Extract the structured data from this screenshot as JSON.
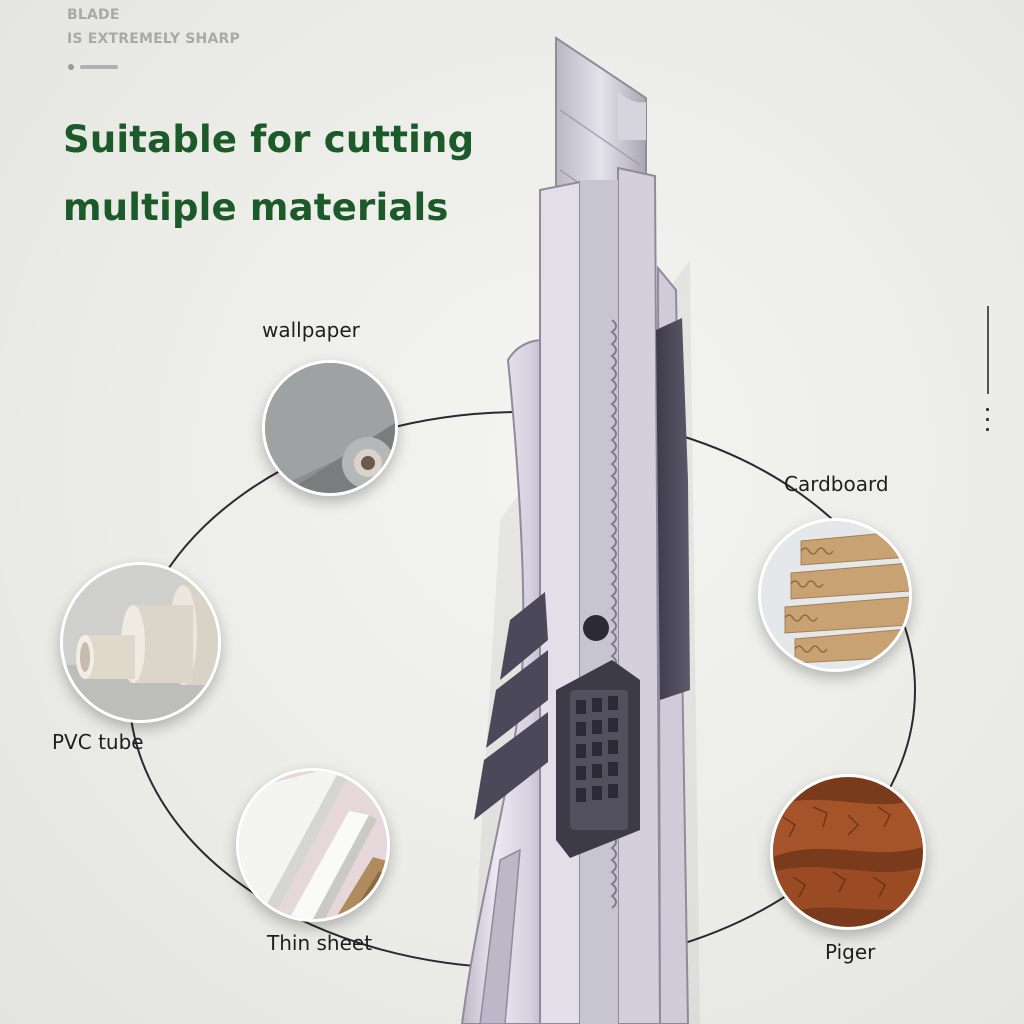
{
  "top_text": {
    "line1": "BLADE",
    "line2": "IS EXTREMELY SHARP"
  },
  "headline": {
    "line1": "Suitable for cutting",
    "line2": "multiple materials"
  },
  "materials": [
    {
      "id": "wallpaper",
      "label": "wallpaper"
    },
    {
      "id": "cardboard",
      "label": "Cardboard"
    },
    {
      "id": "pvc",
      "label": "PVC tube"
    },
    {
      "id": "thin",
      "label": "Thin sheet"
    },
    {
      "id": "leather",
      "label": "Piger"
    }
  ],
  "colors": {
    "headline": "#1c5a29",
    "knife_body": "#d9d5e2",
    "knife_grip": "#4a4858",
    "blade": "#c9c7d0"
  },
  "icons": {
    "knife": "utility-knife-illustration"
  }
}
